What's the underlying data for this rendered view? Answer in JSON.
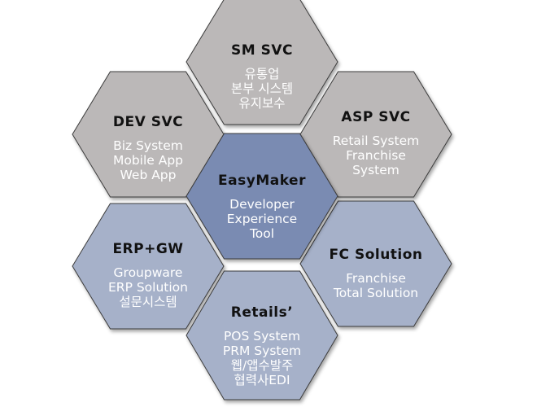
{
  "colors": {
    "gray_fill": "#bbb8b8",
    "blue_fill": "#a6b1c9",
    "center_fill": "#7a8bb2",
    "stroke": "#3a3a3a",
    "title_text": "#111111",
    "body_text": "#ffffff"
  },
  "hexagons": [
    {
      "id": "sm-svc",
      "title": "SM  SVC",
      "lines": [
        "유통업",
        "본부 시스템",
        "유지보수"
      ],
      "fill": "gray"
    },
    {
      "id": "dev-svc",
      "title": "DEV  SVC",
      "lines": [
        "Biz System",
        "Mobile App",
        "Web App"
      ],
      "fill": "gray"
    },
    {
      "id": "asp-svc",
      "title": "ASP  SVC",
      "lines": [
        "Retail System",
        "Franchise",
        "System"
      ],
      "fill": "gray"
    },
    {
      "id": "easymaker",
      "title": "EasyMaker",
      "lines": [
        "Developer",
        "Experience",
        "Tool"
      ],
      "fill": "center"
    },
    {
      "id": "erp-gw",
      "title": "ERP+GW",
      "lines": [
        "Groupware",
        "ERP Solution",
        "설문시스템"
      ],
      "fill": "blue"
    },
    {
      "id": "fc-solution",
      "title": "FC  Solution",
      "lines": [
        "Franchise",
        "Total Solution"
      ],
      "fill": "blue"
    },
    {
      "id": "retails",
      "title": "Retails’",
      "lines": [
        "POS System",
        "PRM System",
        "웹/앱수발주",
        "협력사EDI"
      ],
      "fill": "blue"
    }
  ]
}
